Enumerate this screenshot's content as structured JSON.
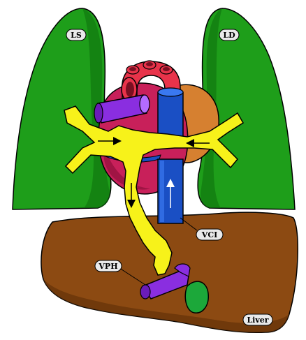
{
  "labels": {
    "left_lung": "LS",
    "right_lung": "LD",
    "vena_cava": "VCI",
    "portal_vein": "VPH",
    "liver": "Liver"
  },
  "colors": {
    "lung": "#1e9e1a",
    "lung_dark": "#0d6e0d",
    "liver": "#8c4a12",
    "liver_dark": "#5e2f06",
    "heart": "#c8205a",
    "aorta": "#e8334a",
    "atrium": "#d68030",
    "vessel_blue": "#1a4fc4",
    "vessel_purple": "#8a2ee0",
    "gallbladder": "#1ca83a",
    "thoracic_duct": "#f7f21a",
    "outline": "#000000",
    "label_bg": "#e9e9e9"
  },
  "icons": [
    "flow-arrow-down-icon",
    "flow-arrow-up-icon",
    "flow-arrow-right-icon",
    "flow-arrow-left-icon"
  ]
}
